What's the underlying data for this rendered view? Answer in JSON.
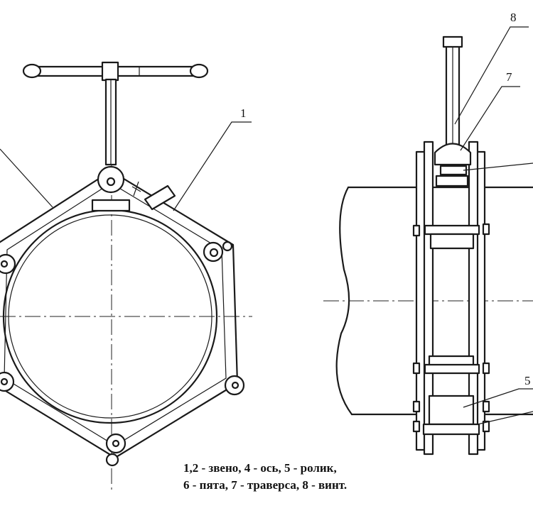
{
  "callouts": {
    "c1": "1",
    "c5": "5",
    "c7": "7",
    "c8": "8"
  },
  "legend": {
    "line1": "1,2 - звено, 4 - ось, 5 - ролик,",
    "line2": "6 - пята, 7 - траверса, 8 - винт."
  }
}
